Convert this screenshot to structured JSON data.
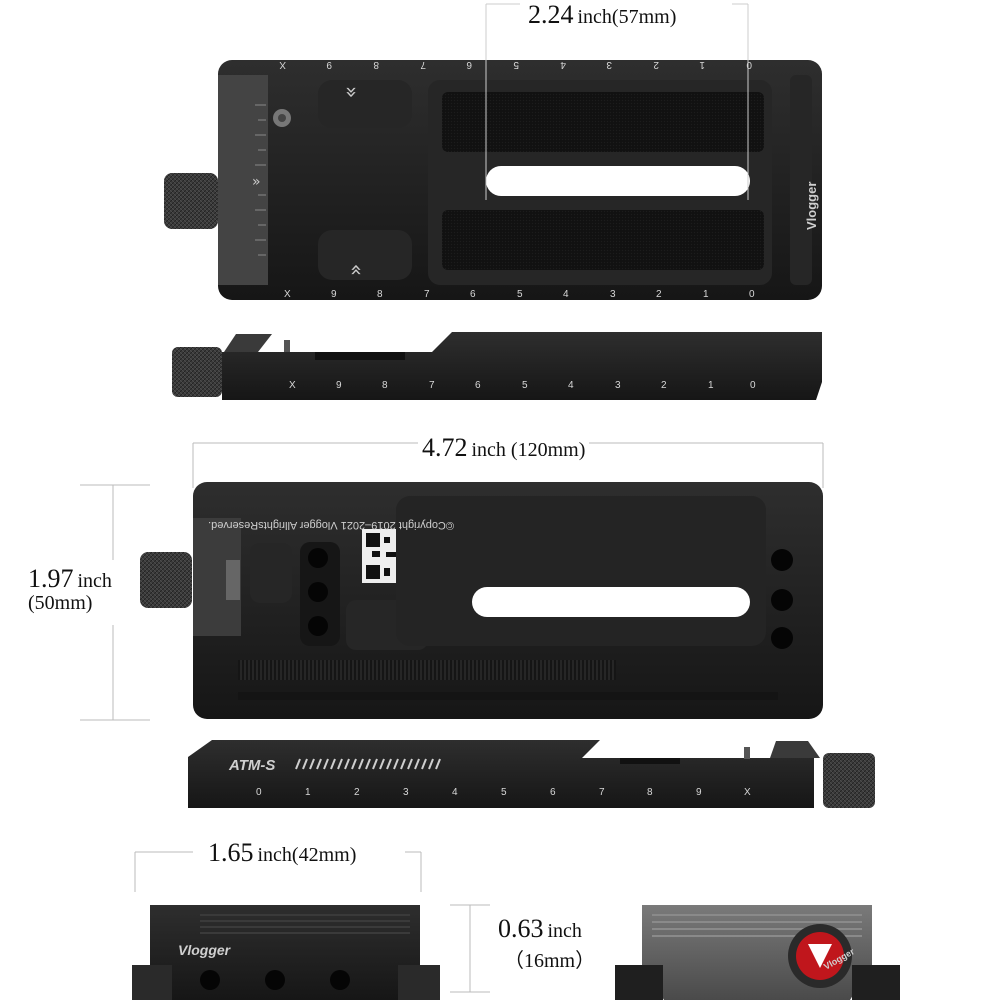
{
  "dimensions": {
    "slot_width": {
      "value": "2.24",
      "unit": "inch(57mm)"
    },
    "length": {
      "value": "4.72",
      "unit": "inch (120mm)"
    },
    "width": {
      "value": "1.97",
      "unit": "inch",
      "metric": "(50mm)"
    },
    "clamp_width": {
      "value": "1.65",
      "unit": "inch(42mm)"
    },
    "height": {
      "value": "0.63",
      "unit": "inch",
      "metric": "（16mm）"
    }
  },
  "branding": {
    "brand": "Vlogger",
    "model": "ATM-S",
    "copyright": "©Copyright 2019–2021 Vlogger AllrightsReserved."
  },
  "scale_desc": [
    "X",
    "9",
    "8",
    "7",
    "6",
    "5",
    "4",
    "3",
    "2",
    "1",
    "0"
  ],
  "scale_asc": [
    "0",
    "1",
    "2",
    "3",
    "4",
    "5",
    "6",
    "7",
    "8",
    "9",
    "X"
  ],
  "colors": {
    "body": "#1e1e1e",
    "edge": "#2c2c2c",
    "knob": "#3a3a3a",
    "pad": "#0e0e0e",
    "logo_red": "#c0161c"
  }
}
